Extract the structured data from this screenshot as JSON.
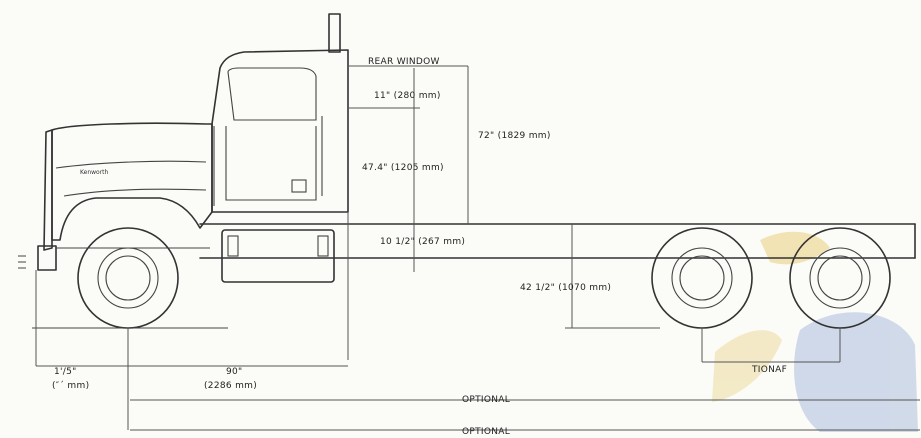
{
  "labels": {
    "rear_window": "REAR WINDOW",
    "dim_11": "11\" (280 mm)",
    "dim_72": "72\" (1829 mm)",
    "dim_47_4": "47.4\" (1205 mm)",
    "dim_10_12": "10 1/2\" (267 mm)",
    "dim_42_12": "42 1/2\" (1070 mm)",
    "dim_90": "90\"",
    "dim_90_mm": "(2286 mm)",
    "front_overhang": "1'/5\"",
    "front_overhang_mm": "(″´ mm)",
    "optional_1": "OPTIONAL",
    "optional_2": "OPTIONAL",
    "rear_partial": "TIONAF",
    "hood_badge": "Kenworth"
  },
  "colors": {
    "line": "#333333",
    "paper": "#fbfbf8",
    "stain": "#e9cf7c",
    "stamp": "#8fa7cf"
  }
}
